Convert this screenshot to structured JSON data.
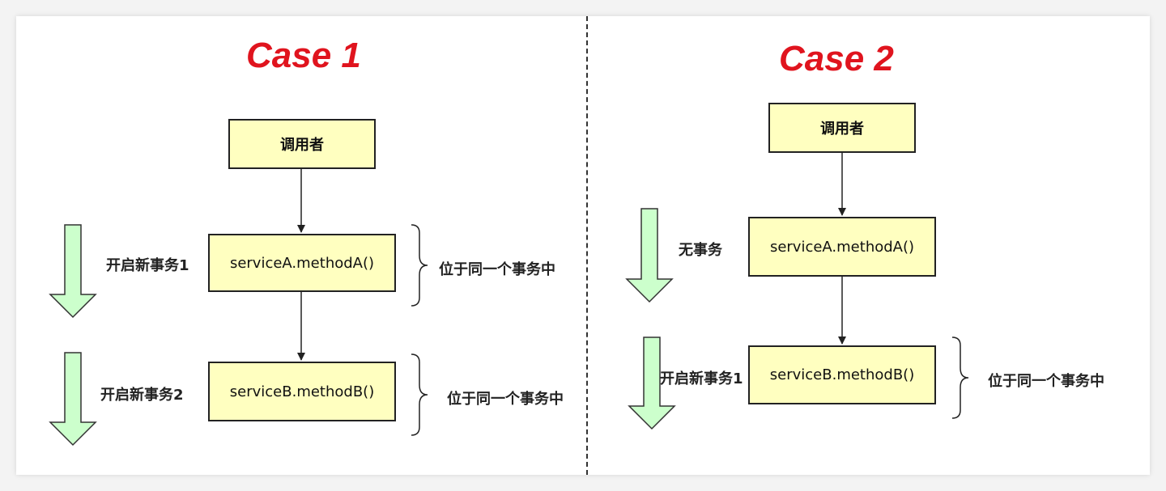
{
  "colors": {
    "title": "#e0141e",
    "box_fill": "#ffffc0",
    "box_border": "#222222",
    "arrow_fill": "#ccffcc",
    "arrow_stroke": "#333333"
  },
  "case1": {
    "title": "Case 1",
    "caller": "调用者",
    "method_a": "serviceA.methodA()",
    "method_b": "serviceB.methodB()",
    "tx_label_1": "开启新事务1",
    "tx_label_2": "开启新事务2",
    "brace_label_1": "位于同一个事务中",
    "brace_label_2": "位于同一个事务中"
  },
  "case2": {
    "title": "Case 2",
    "caller": "调用者",
    "method_a": "serviceA.methodA()",
    "method_b": "serviceB.methodB()",
    "tx_label_1": "无事务",
    "tx_label_2": "开启新事务1",
    "brace_label": "位于同一个事务中"
  }
}
